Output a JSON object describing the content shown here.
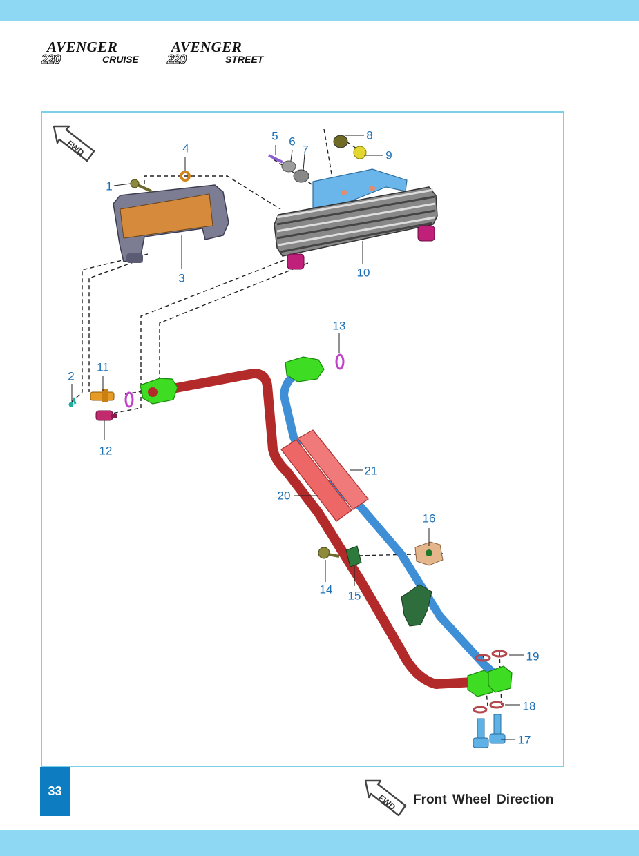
{
  "header": {
    "logo_left_script": "AVENGER",
    "logo_left_number": "220",
    "logo_left_variant": "CRUISE",
    "logo_right_script": "AVENGER",
    "logo_right_number": "220",
    "logo_right_variant": "STREET"
  },
  "diagram": {
    "fwd_label": "FWD",
    "callouts": [
      {
        "id": "1",
        "label": "1"
      },
      {
        "id": "2",
        "label": "2"
      },
      {
        "id": "3",
        "label": "3"
      },
      {
        "id": "4",
        "label": "4"
      },
      {
        "id": "5",
        "label": "5"
      },
      {
        "id": "6",
        "label": "6"
      },
      {
        "id": "7",
        "label": "7"
      },
      {
        "id": "8",
        "label": "8"
      },
      {
        "id": "9",
        "label": "9"
      },
      {
        "id": "10",
        "label": "10"
      },
      {
        "id": "11",
        "label": "11"
      },
      {
        "id": "12",
        "label": "12"
      },
      {
        "id": "13",
        "label": "13"
      },
      {
        "id": "14",
        "label": "14"
      },
      {
        "id": "15",
        "label": "15"
      },
      {
        "id": "16",
        "label": "16"
      },
      {
        "id": "17",
        "label": "17"
      },
      {
        "id": "18",
        "label": "18"
      },
      {
        "id": "19",
        "label": "19"
      },
      {
        "id": "20",
        "label": "20"
      },
      {
        "id": "21",
        "label": "21"
      }
    ]
  },
  "footer": {
    "page_number": "33",
    "fwd_label": "FWD",
    "legend_text": "Front Wheel Direction"
  },
  "colors": {
    "band": "#8fd8f3",
    "frame_border": "#7ccfe9",
    "callout_text": "#1c6fb3",
    "page_badge": "#0d7cc1",
    "hose_red": "#b32a2a",
    "hose_blue": "#3f8fd6",
    "fitting_green": "#3fdc24",
    "sleeve_pink": "#ee6767",
    "cover_orange": "#d68a3c",
    "bracket_blue": "#6ab6ea"
  }
}
